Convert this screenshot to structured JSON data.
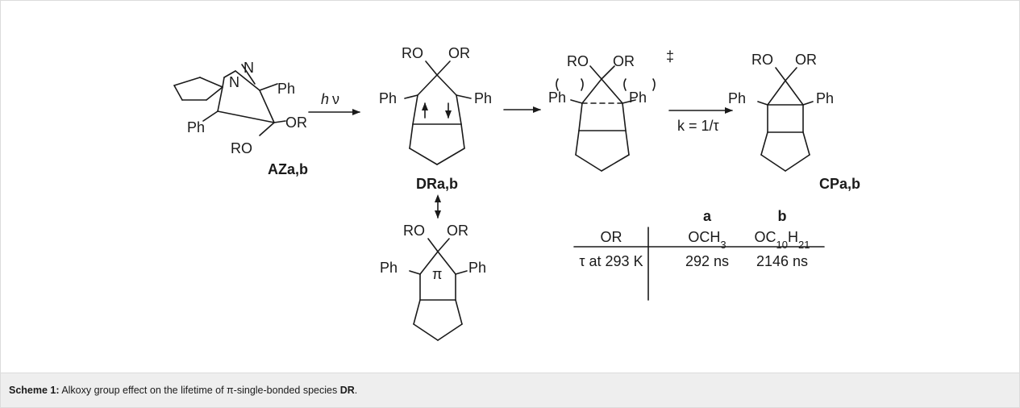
{
  "scheme": {
    "compounds": {
      "az": "AZa,b",
      "dr": "DRa,b",
      "cp": "CPa,b"
    },
    "atoms": {
      "N": "N",
      "Ph": "Ph",
      "RO": "RO",
      "OR": "OR",
      "pi": "π",
      "dagger": "‡"
    },
    "arrows": {
      "photo_h": "h",
      "photo_nu": "ν",
      "rate": "k = 1/τ"
    },
    "table": {
      "col_a": "a",
      "col_b": "b",
      "header_row": [
        "OR",
        "OCH3",
        "OC10H21"
      ],
      "data_row": [
        "τ at 293 K",
        "292 ns",
        "2146 ns"
      ]
    }
  },
  "caption": {
    "label": "Scheme 1:",
    "text_before": " Alkoxy group effect on the lifetime of π-single-bonded species ",
    "species": "DR",
    "text_after": "."
  },
  "colors": {
    "ink": "#1a1a1a",
    "caption_bg": "#eeeeee",
    "frame_border": "#dcdcdc"
  }
}
